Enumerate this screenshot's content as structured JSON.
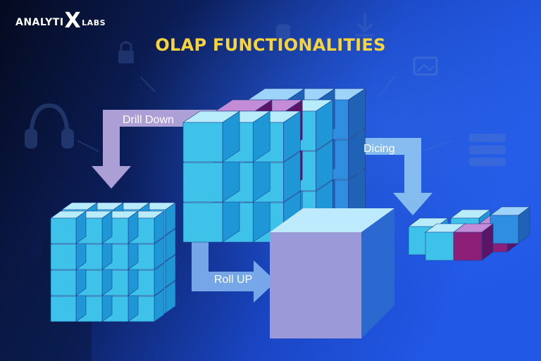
{
  "brand": {
    "part1": "ANALYTI",
    "mark": "X",
    "part2": "LABS"
  },
  "title": "OLAP FUNCTIONALITIES",
  "operations": {
    "drill_down": "Drill Down",
    "dicing": "Dicing",
    "roll_up": "Roll UP"
  },
  "colors": {
    "title": "#f8d43a",
    "cube_cyan": "#3ec2ea",
    "cube_purple": "#8c1f78",
    "cube_big_front": "#9b99d8",
    "cube_big_side": "#2b68d0",
    "arrow_lilac": "#b5a6dc",
    "arrow_blue": "#8ec4f0",
    "background_dark": "#040e26",
    "background_blue": "#1f4fd8"
  }
}
